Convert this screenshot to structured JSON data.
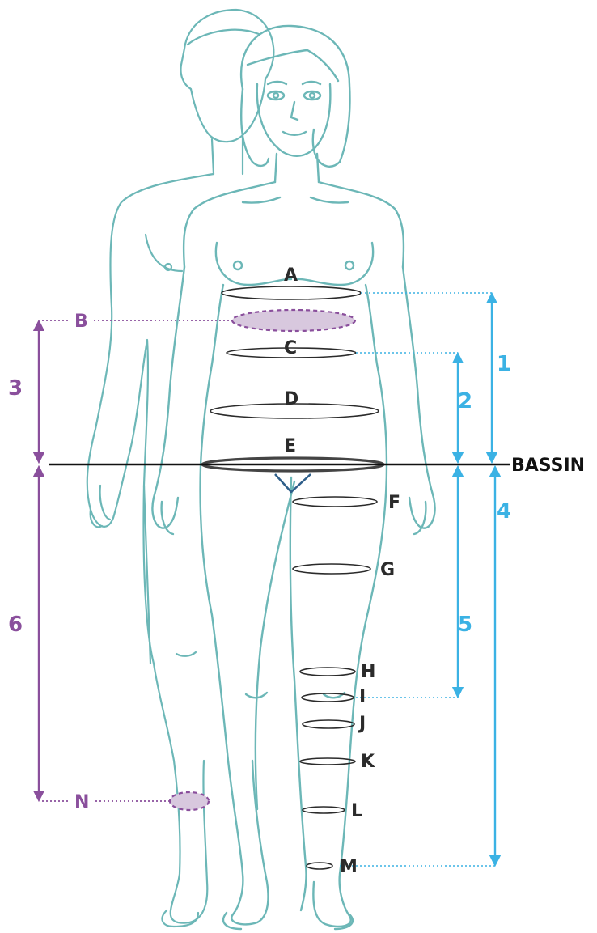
{
  "colors": {
    "body_outline": "#6cb7b7",
    "ring": "#2b2b2b",
    "purple": "#8a4f9c",
    "purple_fill": "#d8c8de",
    "blue": "#3bb2e4",
    "hip_line": "#111111",
    "groin": "#2f5f8a"
  },
  "hip_line_label": "BASSIN",
  "ring_labels": {
    "A": "A",
    "C": "C",
    "D": "D",
    "E": "E",
    "F": "F",
    "G": "G",
    "H": "H",
    "I": "I",
    "J": "J",
    "K": "K",
    "L": "L",
    "M": "M"
  },
  "purple_labels": {
    "B": "B",
    "N": "N"
  },
  "measure_numbers": {
    "m1": "1",
    "m2": "2",
    "m3": "3",
    "m4": "4",
    "m5": "5",
    "m6": "6"
  }
}
